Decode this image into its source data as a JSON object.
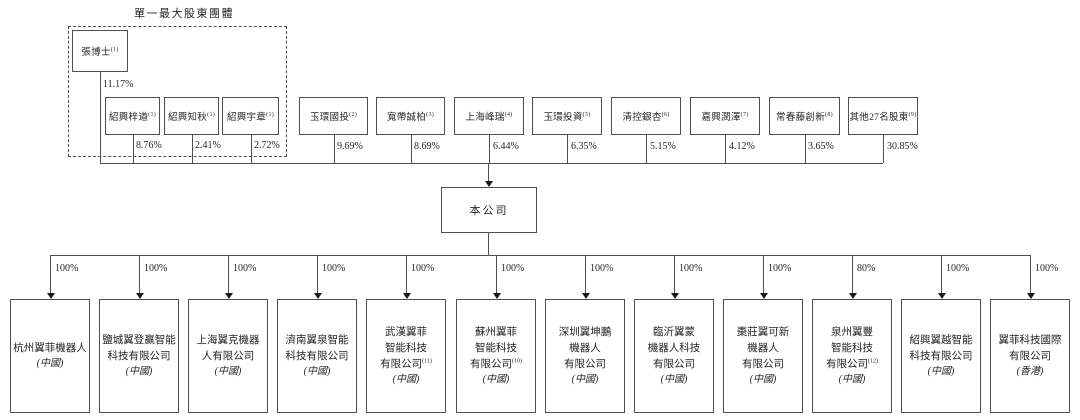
{
  "group": {
    "label": "單一最大股東團體"
  },
  "company": {
    "name": "本公司"
  },
  "colors": {
    "background": "#ffffff",
    "line": "#4f4f4f",
    "text": "#262626"
  },
  "shareholders": [
    {
      "name": "張博士",
      "note": "(1)",
      "ownership": "11.17%"
    },
    {
      "name": "紹興梓遒",
      "note": "(1)",
      "ownership": "8.76%"
    },
    {
      "name": "紹興知秋",
      "note": "(1)",
      "ownership": "2.41%"
    },
    {
      "name": "紹興宇章",
      "note": "(1)",
      "ownership": "2.72%"
    },
    {
      "name": "玉環國投",
      "note": "(2)",
      "ownership": "9.69%"
    },
    {
      "name": "寬帶誠柏",
      "note": "(3)",
      "ownership": "8.69%"
    },
    {
      "name": "上海峰瑞",
      "note": "(4)",
      "ownership": "6.44%"
    },
    {
      "name": "玉環投資",
      "note": "(5)",
      "ownership": "6.35%"
    },
    {
      "name": "清控銀杏",
      "note": "(6)",
      "ownership": "5.15%"
    },
    {
      "name": "嘉興潤澤",
      "note": "(7)",
      "ownership": "4.12%"
    },
    {
      "name": "常春藤創新",
      "note": "(8)",
      "ownership": "3.65%"
    },
    {
      "name": "其他27名股東",
      "note": "(9)",
      "ownership": "30.85%"
    }
  ],
  "subsidiaries": [
    {
      "lines": [
        "杭州翼菲機器人"
      ],
      "note": "",
      "region": "(中國)",
      "ownership": "100%"
    },
    {
      "lines": [
        "鹽城翼登贏智能",
        "科技有限公司"
      ],
      "note": "",
      "region": "(中國)",
      "ownership": "100%"
    },
    {
      "lines": [
        "上海翼克機器",
        "人有限公司"
      ],
      "note": "",
      "region": "(中國)",
      "ownership": "100%"
    },
    {
      "lines": [
        "濟南翼泉智能",
        "科技有限公司"
      ],
      "note": "",
      "region": "(中國)",
      "ownership": "100%"
    },
    {
      "lines": [
        "武漢翼菲",
        "智能科技",
        "有限公司"
      ],
      "note": "(11)",
      "region": "(中國)",
      "ownership": "100%"
    },
    {
      "lines": [
        "蘇州翼菲",
        "智能科技",
        "有限公司"
      ],
      "note": "(10)",
      "region": "(中國)",
      "ownership": "100%"
    },
    {
      "lines": [
        "深圳翼坤鵬",
        "機器人",
        "有限公司"
      ],
      "note": "",
      "region": "(中國)",
      "ownership": "100%"
    },
    {
      "lines": [
        "臨沂翼蒙",
        "機器人科技",
        "有限公司"
      ],
      "note": "",
      "region": "(中國)",
      "ownership": "100%"
    },
    {
      "lines": [
        "棗莊翼可新",
        "機器人",
        "有限公司"
      ],
      "note": "",
      "region": "(中國)",
      "ownership": "100%"
    },
    {
      "lines": [
        "泉州翼豐",
        "智能科技",
        "有限公司"
      ],
      "note": "(12)",
      "region": "(中國)",
      "ownership": "80%"
    },
    {
      "lines": [
        "紹興翼越智能",
        "科技有限公司"
      ],
      "note": "",
      "region": "(中國)",
      "ownership": "100%"
    },
    {
      "lines": [
        "翼菲科技國際",
        "有限公司"
      ],
      "note": "",
      "region": "(香港)",
      "ownership": "100%"
    }
  ]
}
